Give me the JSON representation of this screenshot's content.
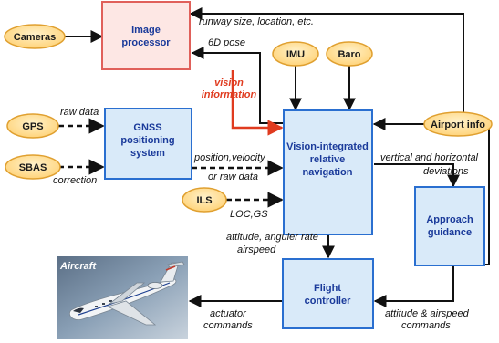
{
  "nodes": {
    "image_processor": {
      "lines": [
        "Image",
        "processor"
      ],
      "fill": "#fde7e4",
      "stroke": "#e0605a",
      "text_color": "#e03b1f"
    },
    "gnss": {
      "lines": [
        "GNSS",
        "positioning",
        "system"
      ],
      "fill": "#d9eaf9",
      "stroke": "#2a6fd0",
      "text_color": "#1a3a9a"
    },
    "vision_nav": {
      "lines": [
        "Vision-integrated",
        "relative",
        "navigation"
      ],
      "fill": "#d9eaf9",
      "stroke": "#2a6fd0",
      "text_color": "#1a3a9a"
    },
    "approach": {
      "lines": [
        "Approach",
        "guidance"
      ],
      "fill": "#d9eaf9",
      "stroke": "#2a6fd0",
      "text_color": "#1a3a9a"
    },
    "flight_ctrl": {
      "lines": [
        "Flight",
        "controller"
      ],
      "fill": "#d9eaf9",
      "stroke": "#2a6fd0",
      "text_color": "#1a3a9a"
    }
  },
  "ovals": {
    "cameras": "Cameras",
    "gps": "GPS",
    "sbas": "SBAS",
    "imu": "IMU",
    "baro": "Baro",
    "airport_info": "Airport info",
    "ils": "ILS",
    "fill": "#ffd98a",
    "stroke": "#e0a030"
  },
  "edges": {
    "runway": "runway size, location, etc.",
    "pose": "6D pose",
    "vision_info": [
      "vision",
      "information"
    ],
    "raw_data": "raw data",
    "correction": "correction",
    "pos_vel": [
      "position,velocity",
      "or raw data"
    ],
    "vert_horiz": [
      "vertical and horizontal",
      "deviations"
    ],
    "loc_gs": "LOC,GS",
    "att_rate": [
      "attitude, anguler rate",
      "airspeed"
    ],
    "actuator": [
      "actuator",
      "commands"
    ],
    "att_airspeed": [
      "attitude & airspeed",
      "commands"
    ]
  },
  "aircraft": {
    "label": "Aircraft"
  },
  "colors": {
    "edge": "#111111",
    "highlight": "#e03b1f"
  }
}
